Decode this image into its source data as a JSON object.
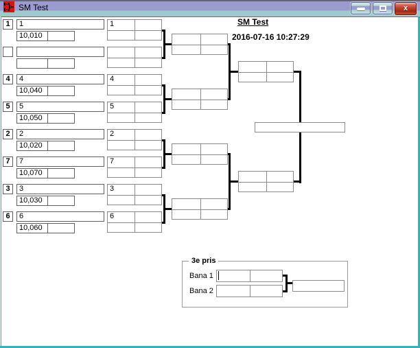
{
  "window": {
    "title": "SM Test"
  },
  "controls": {
    "close_glyph": "x"
  },
  "header": {
    "title": "SM Test",
    "timestamp": "2016-07-16 10:27:29"
  },
  "bracket": {
    "round1": [
      {
        "seed": "1",
        "name": "1",
        "score": "10,010",
        "advance": "1"
      },
      {
        "seed": "",
        "name": "",
        "score": "",
        "advance": ""
      },
      {
        "seed": "4",
        "name": "4",
        "score": "10,040",
        "advance": "4"
      },
      {
        "seed": "5",
        "name": "5",
        "score": "10,050",
        "advance": "5"
      },
      {
        "seed": "2",
        "name": "2",
        "score": "10,020",
        "advance": "2"
      },
      {
        "seed": "7",
        "name": "7",
        "score": "10,070",
        "advance": "7"
      },
      {
        "seed": "3",
        "name": "3",
        "score": "10,030",
        "advance": "3"
      },
      {
        "seed": "6",
        "name": "6",
        "score": "10,060",
        "advance": "6"
      }
    ],
    "quarterfinals": [
      "",
      "",
      "",
      ""
    ],
    "semifinals": [
      "",
      ""
    ],
    "final": ""
  },
  "third_prize": {
    "title": "3e pris",
    "lanes": [
      "Bana 1",
      "Bana 2"
    ],
    "lane_scores": [
      "",
      ""
    ],
    "winner": ""
  },
  "colors": {
    "titlebar": "#9c9bd0",
    "titlebar_lower": "#9bcbcd",
    "frame": "#2fb4bf",
    "close_button": "#c1402c",
    "app_icon_red": "#e01010",
    "connector": "#000000"
  }
}
